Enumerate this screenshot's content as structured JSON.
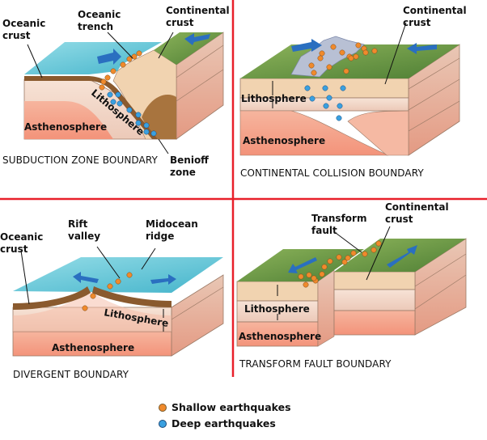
{
  "panels": {
    "subduction": {
      "title": "SUBDUCTION ZONE BOUNDARY",
      "labels": {
        "oceanic_crust_1": "Oceanic",
        "oceanic_crust_2": "crust",
        "trench_1": "Oceanic",
        "trench_2": "trench",
        "continental_1": "Continental",
        "continental_2": "crust",
        "lithosphere": "Lithosphere",
        "asthenosphere": "Asthenosphere",
        "benioff_1": "Benioff",
        "benioff_2": "zone"
      }
    },
    "collision": {
      "title": "CONTINENTAL COLLISION BOUNDARY",
      "labels": {
        "continental_1": "Continental",
        "continental_2": "crust",
        "lithosphere": "Lithosphere",
        "asthenosphere": "Asthenosphere"
      }
    },
    "divergent": {
      "title": "DIVERGENT BOUNDARY",
      "labels": {
        "oceanic_crust_1": "Oceanic",
        "oceanic_crust_2": "crust",
        "rift_1": "Rift",
        "rift_2": "valley",
        "ridge_1": "Midocean",
        "ridge_2": "ridge",
        "lithosphere": "Lithosphere",
        "asthenosphere": "Asthenosphere"
      }
    },
    "transform": {
      "title": "TRANSFORM FAULT BOUNDARY",
      "labels": {
        "fault_1": "Transform",
        "fault_2": "fault",
        "continental_1": "Continental",
        "continental_2": "crust",
        "lithosphere": "Lithosphere",
        "asthenosphere": "Asthenosphere"
      }
    }
  },
  "legend": {
    "shallow": {
      "label": "Shallow earthquakes",
      "color": "#f08a2c"
    },
    "deep": {
      "label": "Deep earthquakes",
      "color": "#3aa0e0"
    }
  },
  "colors": {
    "divider": "#e8202a",
    "water": "#5cc3d6",
    "crust_brown": "#8a5a2e",
    "lithosphere": "#f3d9c8",
    "asthenosphere": "#f4a58c",
    "continental": "#f1d3b0",
    "grass": "#6f9a45",
    "arrow": "#2a6fc0"
  }
}
